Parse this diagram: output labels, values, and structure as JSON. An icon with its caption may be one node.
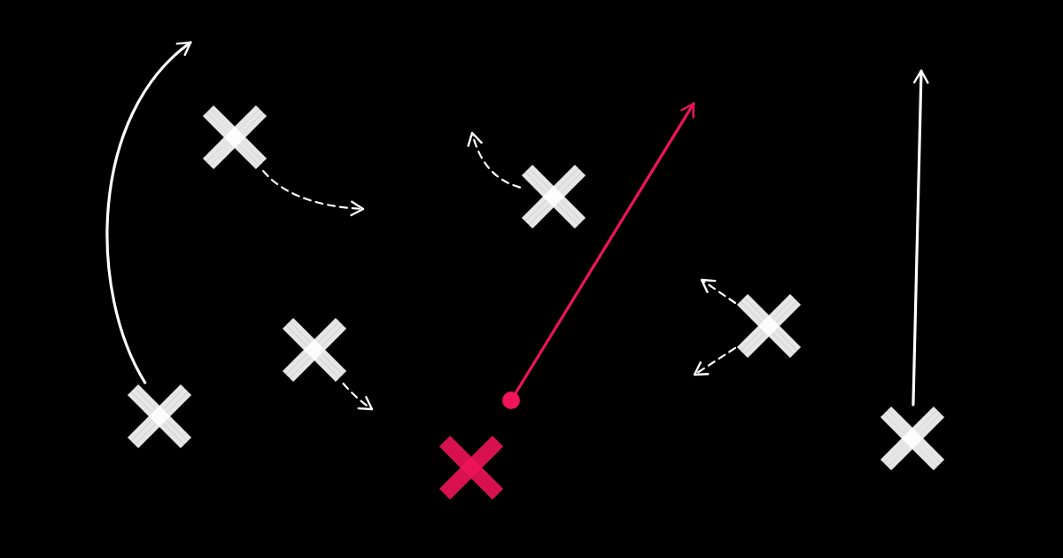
{
  "diagram": {
    "nodes": [
      {
        "text": [],
        "shape": "cross"
      },
      {
        "text": [],
        "shape": "cross"
      },
      {
        "text": [],
        "shape": "cross"
      },
      {
        "text": [],
        "shape": "cross"
      },
      {
        "text": [],
        "shape": "cross"
      },
      {
        "text": [],
        "shape": "cross"
      },
      {
        "text": [],
        "shape": "cross"
      },
      {
        "text": [],
        "shape": "circle"
      }
    ],
    "edges": [
      {
        "from": 0,
        "to": null,
        "arrow": "to"
      },
      {
        "from": 1,
        "to": null,
        "arrow": "to",
        "style": "dashed"
      },
      {
        "from": 2,
        "to": null,
        "arrow": "to",
        "style": "dashed"
      },
      {
        "from": 7,
        "to": null,
        "arrow": "to",
        "color": "#f0145a"
      },
      {
        "from": 4,
        "to": null,
        "arrow": "to",
        "style": "dashed"
      },
      {
        "from": 5,
        "to": null,
        "arrow": "to",
        "style": "dashed"
      },
      {
        "from": 5,
        "to": null,
        "arrow": "to",
        "style": "dashed"
      },
      {
        "from": 6,
        "to": null,
        "arrow": "to"
      }
    ]
  }
}
